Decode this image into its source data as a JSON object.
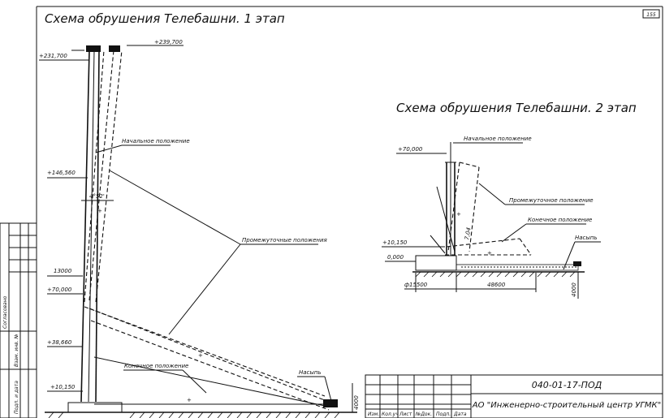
{
  "sheet": {
    "page_number": "155",
    "side_stamp": [
      "Согласовано",
      "Взам. инв. №",
      "Подп. и дата"
    ]
  },
  "stage1": {
    "title": "Схема обрушения Телебашни. 1 этап",
    "levels": [
      "+231,700",
      "+239,700",
      "+146,560",
      "+70,000",
      "+38,660",
      "+10,150"
    ],
    "dimension_13000": "13000",
    "angle": "4°52'",
    "initial_label": "Начальное положение",
    "intermediate_label": "Промежуточные положения",
    "final_label": "Конечное положение",
    "embankment_label": "Насыпь",
    "dim_4000": "4000"
  },
  "stage2": {
    "title": "Схема обрушения Телебашни. 2 этап",
    "levels": [
      "+70,000",
      "+10,150",
      "0,000"
    ],
    "initial_label": "Начальное положение",
    "intermediate_label": "Промежуточное положение",
    "final_label": "Конечное положение",
    "embankment_label": "Насыпь",
    "dim_10": "7,04",
    "dim_15500": "ф15500",
    "dim_48600": "48600",
    "dim_4000": "4000"
  },
  "title_block": {
    "columns": [
      "Изм.",
      "Кол.уч",
      "Лист",
      "№Док.",
      "Подп.",
      "Дата"
    ],
    "code": "040-01-17-ПОД",
    "organization": "АО \"Инженерно-строительный центр УГМК\""
  }
}
